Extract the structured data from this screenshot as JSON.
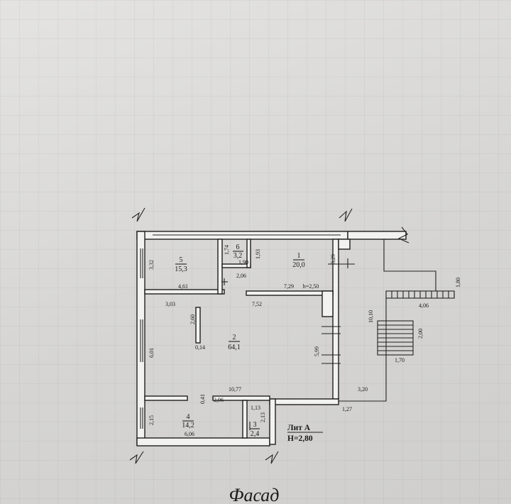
{
  "rooms": [
    {
      "num": "5",
      "area": "15,3"
    },
    {
      "num": "6",
      "area": "3,2"
    },
    {
      "num": "1",
      "area": "20,0"
    },
    {
      "num": "2",
      "area": "64,1"
    },
    {
      "num": "4",
      "area": "14,2"
    },
    {
      "num": "3",
      "area": "2,4"
    }
  ],
  "dims": {
    "d332": "3,32",
    "d461": "4,61",
    "d174": "1,74",
    "d190": "1,90",
    "d193": "1,93",
    "d206": "2,06",
    "d729": "7,29",
    "h250": "h=2,50",
    "d329": "3,29",
    "d303": "3,03",
    "d752": "7,52",
    "d260": "2,60",
    "d014": "0,14",
    "d601": "6,01",
    "d599": "5,99",
    "d1077": "10,77",
    "d041": "0,41",
    "d296": "2,96",
    "d113": "1,13",
    "d213": "2,13",
    "d215": "2,15",
    "d606": "6,06",
    "d1010": "10,10",
    "d406": "4,06",
    "d180": "1,80",
    "d200": "2,00",
    "d170": "1,70",
    "d320": "3,20",
    "d127": "1,27"
  },
  "lit_label": "Лит А",
  "lit_height": "H=2,80",
  "facade": "Фасад"
}
